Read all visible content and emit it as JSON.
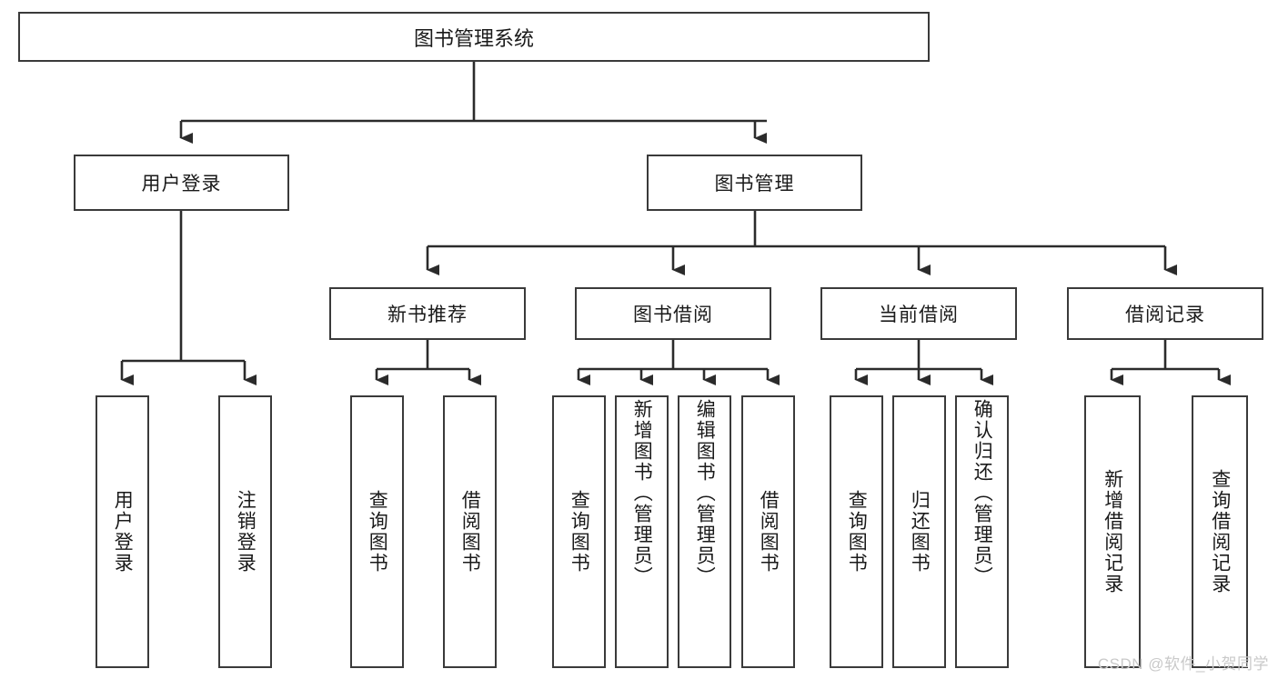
{
  "diagram": {
    "title": "图书管理系统",
    "type": "tree",
    "colors": {
      "border": "#3a3a3a",
      "background": "#ffffff",
      "text": "#1a1a1a",
      "edge": "#2b2b2b",
      "watermark": "#c9c9c9"
    },
    "root": {
      "label": "图书管理系统"
    },
    "level2": [
      {
        "label": "用户登录"
      },
      {
        "label": "图书管理"
      }
    ],
    "level3": [
      {
        "label": "新书推荐"
      },
      {
        "label": "图书借阅"
      },
      {
        "label": "当前借阅"
      },
      {
        "label": "借阅记录"
      }
    ],
    "leaves": {
      "user_login": [
        {
          "label": "用户登录"
        },
        {
          "label": "注销登录"
        }
      ],
      "new_book_recommend": [
        {
          "label": "查询图书"
        },
        {
          "label": "借阅图书"
        }
      ],
      "book_borrow": [
        {
          "label": "查询图书"
        },
        {
          "label": "新增图书（管理员）"
        },
        {
          "label": "编辑图书（管理员）"
        },
        {
          "label": "借阅图书"
        }
      ],
      "current_borrow": [
        {
          "label": "查询图书"
        },
        {
          "label": "归还图书"
        },
        {
          "label": "确认归还（管理员）"
        }
      ],
      "borrow_record": [
        {
          "label": "新增借阅记录"
        },
        {
          "label": "查询借阅记录"
        }
      ]
    }
  },
  "watermark": {
    "text": "CSDN @软件_小贺同学"
  }
}
